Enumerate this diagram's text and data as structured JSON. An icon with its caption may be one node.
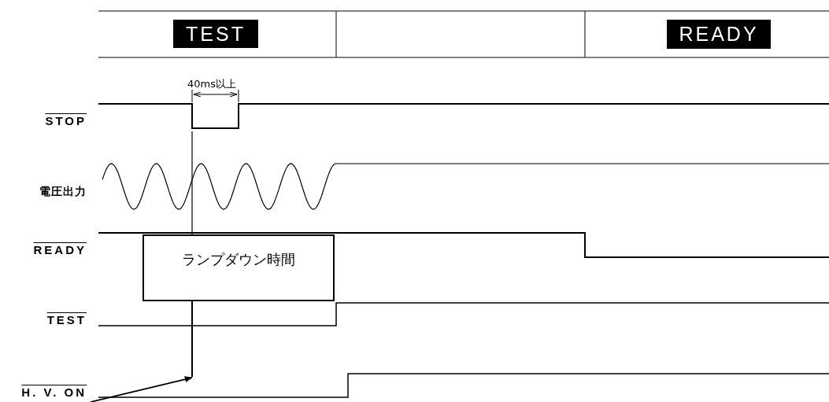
{
  "diagram": {
    "nodes": [
      {
        "text": [
          "TEST"
        ]
      },
      {
        "text": [
          "READY"
        ]
      },
      {
        "text": [
          "ランプダウン時間"
        ]
      },
      {
        "text": [],
        "shape": "line"
      }
    ],
    "edges": [
      {
        "from": null,
        "to": 3,
        "arrow": "to"
      }
    ],
    "labels": [
      "40ms以上",
      "STOP",
      "電圧出力",
      "READY",
      "TEST",
      "H. V. ON"
    ]
  }
}
